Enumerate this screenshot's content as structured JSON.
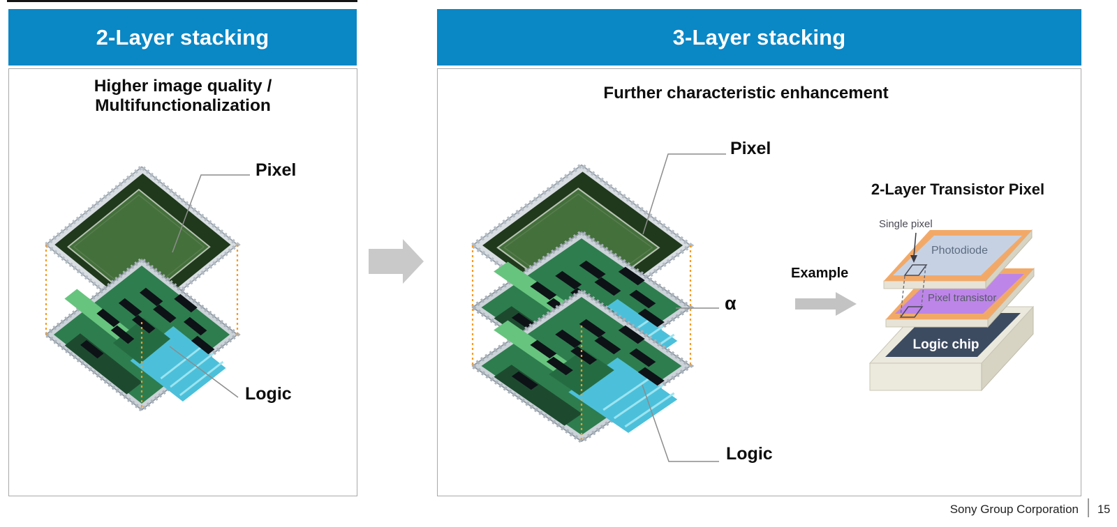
{
  "slide": {
    "panels": {
      "two_layer": {
        "header": "2-Layer stacking",
        "subtitle_line1": "Higher image quality /",
        "subtitle_line2": "Multifunctionalization",
        "labels": {
          "pixel": "Pixel",
          "logic": "Logic"
        }
      },
      "three_layer": {
        "header": "3-Layer stacking",
        "subtitle": "Further characteristic enhancement",
        "labels": {
          "pixel": "Pixel",
          "alpha": "α",
          "logic": "Logic"
        }
      }
    },
    "example": {
      "label": "Example",
      "title": "2-Layer Transistor Pixel",
      "layers": {
        "single_pixel": "Single pixel",
        "photodiode": "Photodiode",
        "pixel_transistor": "Pixel transistor",
        "logic_chip": "Logic chip"
      }
    },
    "footer": {
      "company": "Sony Group Corporation",
      "page": "15"
    },
    "colors": {
      "header_blue": "#0a87c5",
      "arrow_gray": "#c9c9c9",
      "dash_orange": "#f59a23",
      "layer_border_orange": "#f2a968",
      "photodiode_fill": "#c6d2e4",
      "pixel_transistor_fill": "#bd85e8",
      "logic_chip_navy": "#3d4b61",
      "slab_cream": "#ebe9dd",
      "chip_green": "#44703b",
      "board_green": "#2e7d4e",
      "board_cyan": "#4cc0da"
    }
  }
}
